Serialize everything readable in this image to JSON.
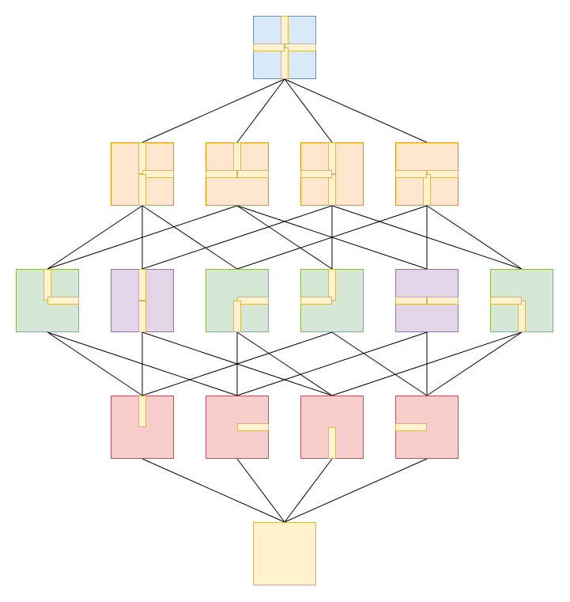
{
  "colors": {
    "background": "#ffffff",
    "edge": "#000000",
    "tile_fill": "#fff2cc",
    "tile_stroke": "#d6b656",
    "level4_fill": "#dae8fc",
    "level4_stroke": "#6c8ebf",
    "level3_fill": "#ffe6cc",
    "level3_stroke": "#d79b00",
    "corner_fill": "#d5e8d4",
    "corner_stroke": "#82b366",
    "straight_fill": "#e1d5e7",
    "straight_stroke": "#9673a6",
    "level1_fill": "#f8cecc",
    "level1_stroke": "#b85450",
    "empty_fill": "#fff2cc",
    "empty_stroke": "#d6b656"
  },
  "nodes": [
    {
      "id": "cross",
      "level": 4,
      "kind": "level4",
      "arms": [
        "N",
        "E",
        "S",
        "W"
      ]
    },
    {
      "id": "tee-no-west",
      "level": 3,
      "kind": "level3",
      "arms": [
        "N",
        "E",
        "S"
      ]
    },
    {
      "id": "tee-no-south",
      "level": 3,
      "kind": "level3",
      "arms": [
        "N",
        "E",
        "W"
      ]
    },
    {
      "id": "tee-no-east",
      "level": 3,
      "kind": "level3",
      "arms": [
        "N",
        "S",
        "W"
      ]
    },
    {
      "id": "tee-no-north",
      "level": 3,
      "kind": "level3",
      "arms": [
        "E",
        "S",
        "W"
      ]
    },
    {
      "id": "corner-north-east",
      "level": 2,
      "kind": "corner",
      "arms": [
        "N",
        "E"
      ]
    },
    {
      "id": "straight-vertical",
      "level": 2,
      "kind": "straight",
      "arms": [
        "N",
        "S"
      ]
    },
    {
      "id": "corner-east-south",
      "level": 2,
      "kind": "corner",
      "arms": [
        "E",
        "S"
      ]
    },
    {
      "id": "corner-north-west",
      "level": 2,
      "kind": "corner",
      "arms": [
        "N",
        "W"
      ]
    },
    {
      "id": "straight-horizontal",
      "level": 2,
      "kind": "straight",
      "arms": [
        "E",
        "W"
      ]
    },
    {
      "id": "corner-south-west",
      "level": 2,
      "kind": "corner",
      "arms": [
        "S",
        "W"
      ]
    },
    {
      "id": "end-north",
      "level": 1,
      "kind": "level1",
      "arms": [
        "N"
      ]
    },
    {
      "id": "end-east",
      "level": 1,
      "kind": "level1",
      "arms": [
        "E"
      ]
    },
    {
      "id": "end-south",
      "level": 1,
      "kind": "level1",
      "arms": [
        "S"
      ]
    },
    {
      "id": "end-west",
      "level": 1,
      "kind": "level1",
      "arms": [
        "W"
      ]
    },
    {
      "id": "empty",
      "level": 0,
      "kind": "empty",
      "arms": []
    }
  ],
  "edges": [
    [
      "cross",
      "tee-no-west"
    ],
    [
      "cross",
      "tee-no-south"
    ],
    [
      "cross",
      "tee-no-east"
    ],
    [
      "cross",
      "tee-no-north"
    ],
    [
      "tee-no-west",
      "corner-north-east"
    ],
    [
      "tee-no-west",
      "straight-vertical"
    ],
    [
      "tee-no-west",
      "corner-east-south"
    ],
    [
      "tee-no-south",
      "corner-north-east"
    ],
    [
      "tee-no-south",
      "corner-north-west"
    ],
    [
      "tee-no-south",
      "straight-horizontal"
    ],
    [
      "tee-no-east",
      "straight-vertical"
    ],
    [
      "tee-no-east",
      "corner-north-west"
    ],
    [
      "tee-no-east",
      "corner-south-west"
    ],
    [
      "tee-no-north",
      "corner-east-south"
    ],
    [
      "tee-no-north",
      "straight-horizontal"
    ],
    [
      "tee-no-north",
      "corner-south-west"
    ],
    [
      "corner-north-east",
      "end-north"
    ],
    [
      "corner-north-east",
      "end-east"
    ],
    [
      "straight-vertical",
      "end-north"
    ],
    [
      "straight-vertical",
      "end-south"
    ],
    [
      "corner-east-south",
      "end-east"
    ],
    [
      "corner-east-south",
      "end-south"
    ],
    [
      "corner-north-west",
      "end-north"
    ],
    [
      "corner-north-west",
      "end-west"
    ],
    [
      "straight-horizontal",
      "end-east"
    ],
    [
      "straight-horizontal",
      "end-west"
    ],
    [
      "corner-south-west",
      "end-south"
    ],
    [
      "corner-south-west",
      "end-west"
    ],
    [
      "end-north",
      "empty"
    ],
    [
      "end-east",
      "empty"
    ],
    [
      "end-south",
      "empty"
    ],
    [
      "end-west",
      "empty"
    ]
  ]
}
